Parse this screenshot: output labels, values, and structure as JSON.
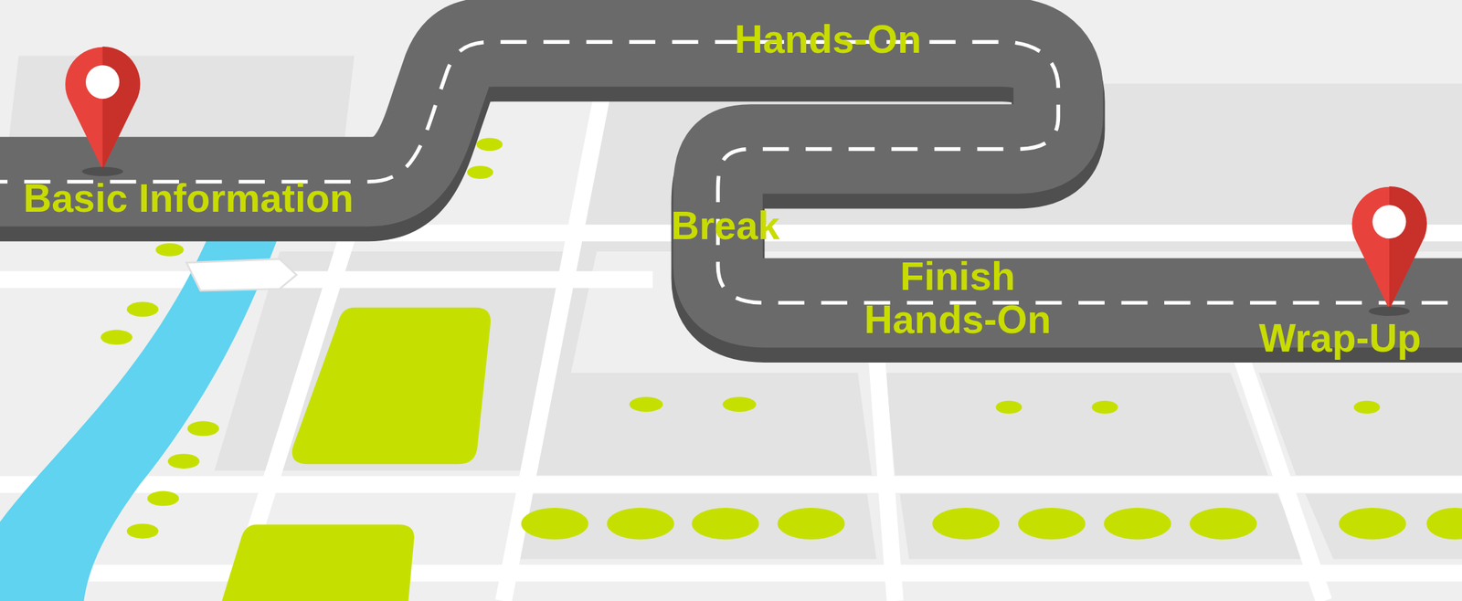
{
  "diagram": {
    "labels": [
      "Basic Information",
      "Hands-On",
      "Break",
      "Finish Hands-On",
      "Wrap-Up"
    ]
  }
}
